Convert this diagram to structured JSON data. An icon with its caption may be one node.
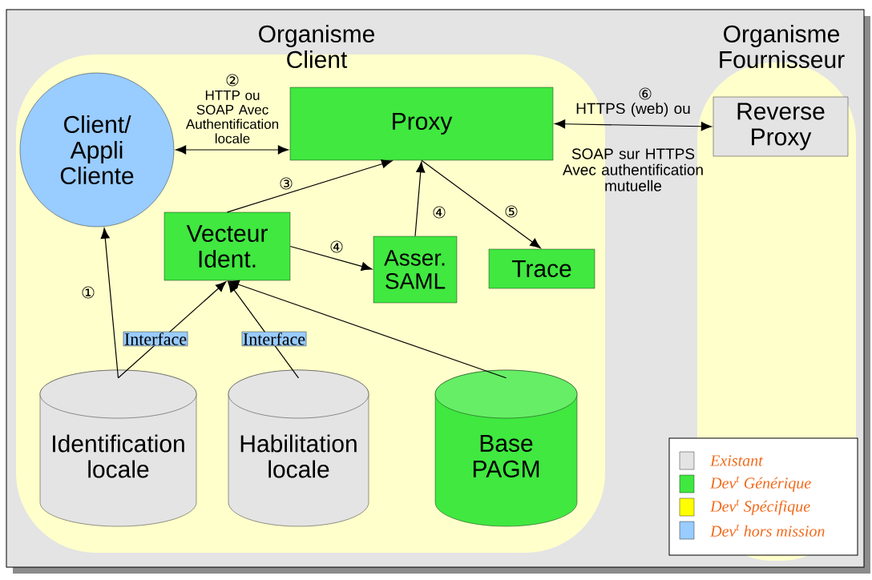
{
  "diagram": {
    "nodes": [
      {
        "text": [
          "Organisme Client"
        ]
      },
      {
        "text": [
          "Organisme Fournisseur"
        ]
      },
      {
        "text": [
          "Client/ Appli Cliente"
        ],
        "in": 0
      },
      {
        "text": [
          "Proxy"
        ],
        "in": 0
      },
      {
        "text": [
          "Reverse Proxy"
        ],
        "in": 1
      },
      {
        "text": [
          "Vecteur Ident."
        ],
        "in": 0
      },
      {
        "text": [
          "Asser. SAML"
        ],
        "in": 0
      },
      {
        "text": [
          "Trace"
        ],
        "in": 0
      },
      {
        "text": [
          "Identification locale"
        ],
        "in": 0
      },
      {
        "text": [
          "Habilitation locale"
        ],
        "in": 0
      },
      {
        "text": [
          "Base PAGM"
        ],
        "in": 0
      }
    ],
    "edges": [
      {
        "from": 8,
        "to": 2,
        "arrow": "to",
        "label": "①"
      },
      {
        "from": 2,
        "to": 3,
        "arrow": "both",
        "label": "②"
      },
      {
        "from": 5,
        "to": 3,
        "arrow": "to",
        "label": "③"
      },
      {
        "from": 5,
        "to": 6,
        "arrow": "to",
        "label": "④"
      },
      {
        "from": 6,
        "to": 3,
        "arrow": "to",
        "label": "④"
      },
      {
        "from": 3,
        "to": 7,
        "arrow": "to",
        "label": "⑤"
      },
      {
        "from": 3,
        "to": 4,
        "arrow": "both",
        "label": "⑥"
      },
      {
        "from": 8,
        "to": 5,
        "arrow": "to",
        "label": "Interface"
      },
      {
        "from": 9,
        "to": 5,
        "arrow": "to",
        "label": "Interface"
      },
      {
        "from": 10,
        "to": 5,
        "arrow": "to"
      }
    ],
    "labels": [
      "HTTP ou SOAP Avec Authentification locale",
      "HTTPS (web) ou",
      "SOAP sur HTTPS Avec authentification mutuelle"
    ],
    "legend": [
      {
        "text": "Existant",
        "color": "#e4e4e4"
      },
      {
        "text": "Dev$^{t}$ Générique",
        "color": "#40e840"
      },
      {
        "text": "Dev$^{t}$ Spécifique",
        "color": "#ffff00"
      },
      {
        "text": "Dev$^{t}$ hors mission",
        "color": "#99ccff"
      }
    ]
  }
}
